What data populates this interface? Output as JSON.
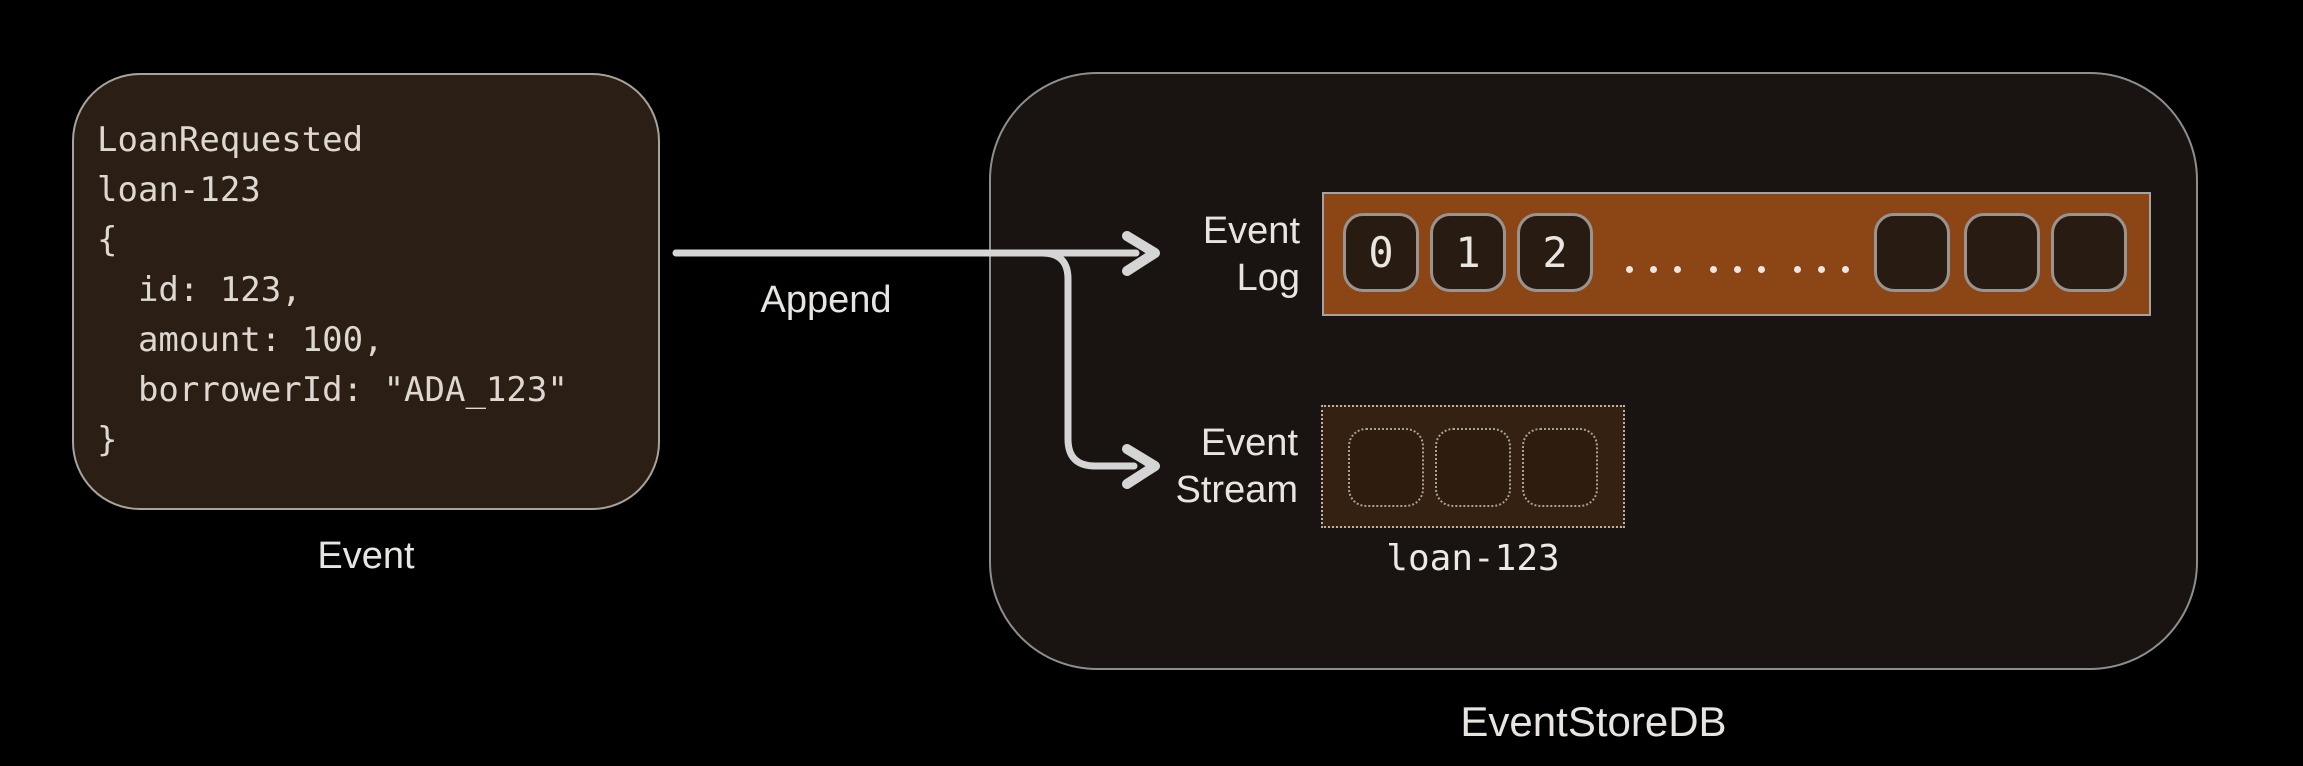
{
  "palette": {
    "background": "#000000",
    "card_fill": "#2b1e14",
    "card_border": "#a7a29b",
    "container_fill": "#191312",
    "container_border": "#8e8e8c",
    "log_bar_fill": "#8c4616",
    "cell_fill": "#281b11",
    "cell_border": "#999490",
    "stream_fill": "#352112",
    "arrow_color": "#d5d5d5",
    "text_color": "#e8e5e1"
  },
  "event_card": {
    "code_lines": [
      "LoanRequested",
      "loan-123",
      "{",
      "  id: 123,",
      "  amount: 100,",
      "  borrowerId: \"ADA_123\"",
      "}"
    ],
    "label": "Event"
  },
  "append_arrow": {
    "label": "Append"
  },
  "store": {
    "label": "EventStoreDB",
    "event_log": {
      "label_lines": [
        "Event",
        "Log"
      ],
      "cells": [
        "0",
        "1",
        "2"
      ],
      "ellipsis_groups": 3,
      "dots_per_group": 3,
      "empty_cell_count": 3
    },
    "event_stream": {
      "label_lines": [
        "Event",
        "Stream"
      ],
      "empty_cell_count": 3,
      "stream_name": "loan-123"
    }
  }
}
